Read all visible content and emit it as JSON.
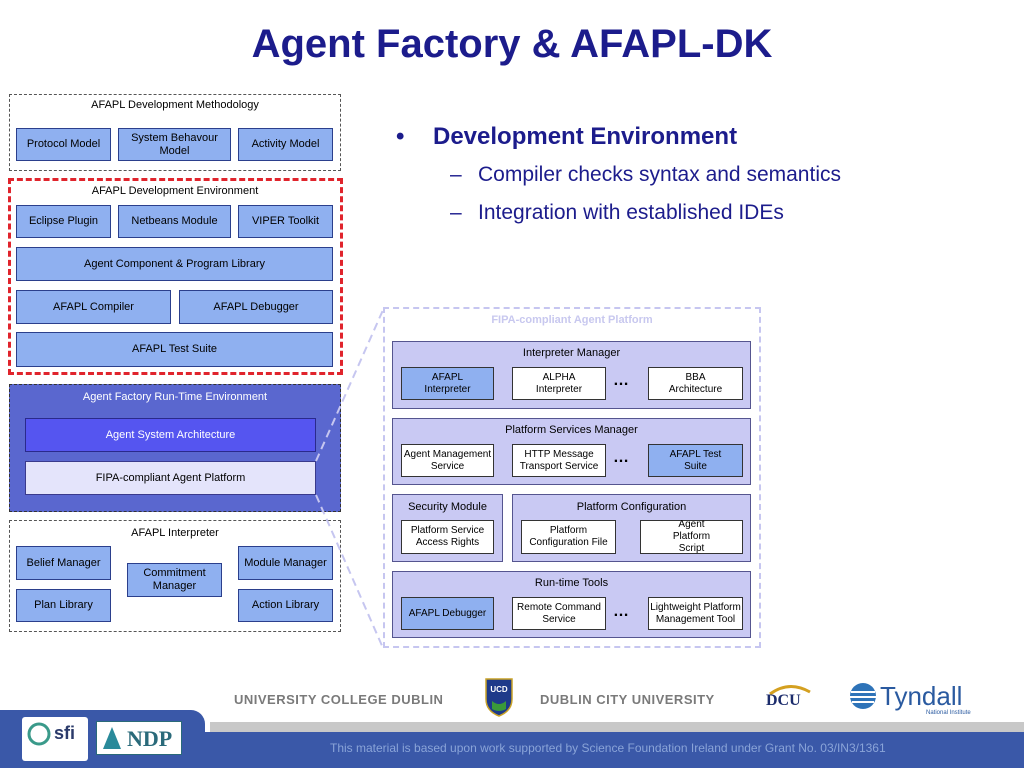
{
  "title": "Agent Factory & AFAPL-DK",
  "methodology": {
    "caption": "AFAPL Development Methodology",
    "items": [
      "Protocol Model",
      "System Behavour Model",
      "Activity Model"
    ]
  },
  "environment": {
    "caption": "AFAPL Development Environment",
    "plugins": [
      "Eclipse Plugin",
      "Netbeans Module",
      "VIPER Toolkit"
    ],
    "library": "Agent Component & Program Library",
    "compiler": "AFAPL Compiler",
    "debugger": "AFAPL Debugger",
    "test_suite": "AFAPL Test Suite"
  },
  "runtime": {
    "caption": "Agent Factory Run-Time Environment",
    "architecture": "Agent System Architecture",
    "platform": "FIPA-compliant Agent Platform"
  },
  "interpreter": {
    "caption": "AFAPL Interpreter",
    "belief": "Belief Manager",
    "commitment": "Commitment Manager",
    "module": "Module Manager",
    "plan": "Plan Library",
    "action": "Action Library"
  },
  "fipa": {
    "title": "FIPA-compliant Agent Platform",
    "dots": "…",
    "interpreter_manager": {
      "caption": "Interpreter Manager",
      "items": [
        "AFAPL Interpreter",
        "ALPHA Interpreter",
        "BBA Architecture"
      ]
    },
    "services_manager": {
      "caption": "Platform Services Manager",
      "items": [
        "Agent Management Service",
        "HTTP Message Transport Service",
        "AFAPL Test Suite"
      ]
    },
    "security": {
      "caption": "Security Module",
      "item": "Platform Service Access Rights"
    },
    "configuration": {
      "caption": "Platform Configuration",
      "items": [
        "Platform Configuration File",
        "Agent Platform Script"
      ]
    },
    "tools": {
      "caption": "Run-time Tools",
      "items": [
        "AFAPL Debugger",
        "Remote Command Service",
        "Lightweight Platform Management Tool"
      ]
    }
  },
  "bullets": {
    "marker": "•",
    "dash": "–",
    "main": "Development Environment",
    "subs": [
      "Compiler checks syntax and semantics",
      "Integration with established IDEs"
    ]
  },
  "footer": {
    "ucd": "UNIVERSITY COLLEGE DUBLIN",
    "dcu": "DUBLIN CITY UNIVERSITY",
    "dcu_logo": "DCU",
    "tyndall": "Tyndall",
    "tyndall_sub": "National Institute",
    "sfi": "sfi",
    "ndp": "NDP",
    "ucd_crest": "UCD",
    "note": "This material is based upon work supported by Science Foundation Ireland under Grant No. 03/IN3/1361"
  }
}
